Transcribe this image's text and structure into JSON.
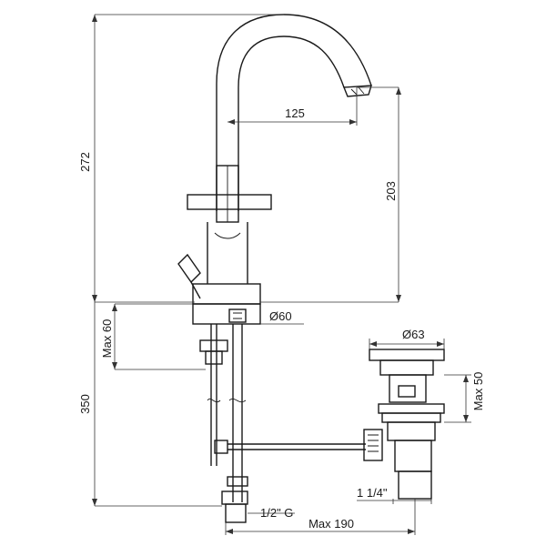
{
  "dimensions": {
    "height_total": "272",
    "spout_reach": "125",
    "spout_height": "203",
    "deck_hole": "Ø60",
    "max_deck_thickness": "Max 60",
    "below_deck_length": "350",
    "waste_diameter": "Ø63",
    "waste_max": "Max 50",
    "waste_thread": "1 1/4\"",
    "supply_thread": "1/2\" G",
    "max_reach_below": "Max 190"
  },
  "colors": {
    "line": "#1a1a1a",
    "background": "#ffffff"
  }
}
